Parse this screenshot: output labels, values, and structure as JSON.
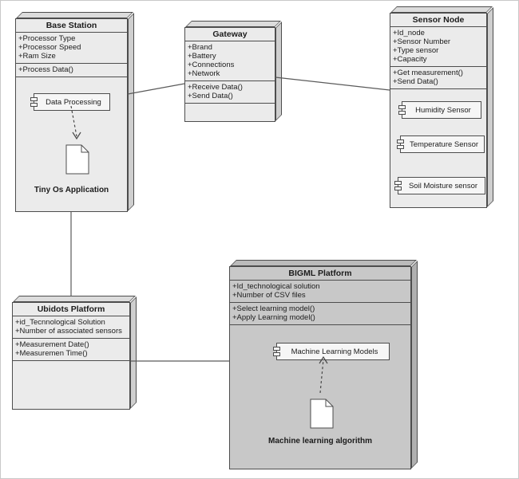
{
  "nodes": {
    "base_station": {
      "title": "Base Station",
      "attributes": [
        "+Processor Type",
        "+Processor Speed",
        "+Ram Size"
      ],
      "methods": [
        "+Process Data()"
      ],
      "component": "Data Processing",
      "artifact": "Tiny Os Application"
    },
    "gateway": {
      "title": "Gateway",
      "attributes": [
        "+Brand",
        "+Battery",
        "+Connections",
        "+Network"
      ],
      "methods": [
        "+Receive Data()",
        "+Send Data()"
      ]
    },
    "sensor_node": {
      "title": "Sensor Node",
      "attributes": [
        "+Id_node",
        "+Sensor Number",
        "+Type sensor",
        "+Capacity"
      ],
      "methods": [
        "+Get measurement()",
        "+Send Data()"
      ],
      "components": [
        "Humidity Sensor",
        "Temperature Sensor",
        "Soil Moisture sensor"
      ]
    },
    "ubidots": {
      "title": "Ubidots Platform",
      "attributes": [
        "+id_Tecnnological Solution",
        "+Number of associated sensors"
      ],
      "methods": [
        "+Measurement Date()",
        "+Measuremen Time()"
      ]
    },
    "bigml": {
      "title": "BIGML Platform",
      "attributes": [
        "+Id_technological solution",
        "+Number of CSV files"
      ],
      "methods": [
        "+Select learning model()",
        "+Apply Learning model()"
      ],
      "component": "Machine Learning Models",
      "artifact": "Machine learning algorithm"
    }
  },
  "connections": [
    {
      "from": "Base Station",
      "to": "Gateway",
      "style": "solid"
    },
    {
      "from": "Gateway",
      "to": "Sensor Node",
      "style": "solid"
    },
    {
      "from": "Base Station",
      "to": "Ubidots Platform",
      "style": "solid"
    },
    {
      "from": "Ubidots Platform",
      "to": "BIGML Platform",
      "style": "solid"
    },
    {
      "from": "Data Processing",
      "to": "Tiny Os Application",
      "style": "dashed-arrow"
    },
    {
      "from": "Machine learning algorithm",
      "to": "Machine Learning Models",
      "style": "dashed-arrow"
    }
  ],
  "colors": {
    "node_fill": "#ebebeb",
    "node_fill_dark": "#c8c8c8",
    "border": "#4d4d4d",
    "connector": "#5a5a5a",
    "background": "#ffffff"
  }
}
